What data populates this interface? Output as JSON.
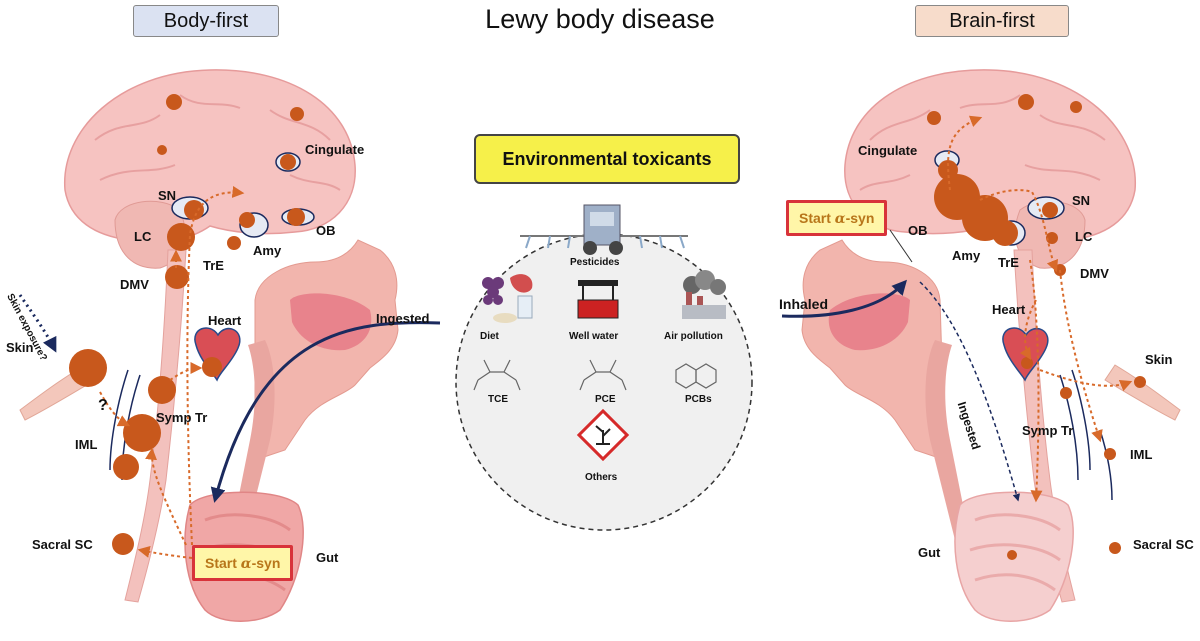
{
  "title": "Lewy body disease",
  "left_panel": {
    "heading": "Body-first",
    "labels": {
      "cingulate": "Cingulate",
      "sn": "SN",
      "lc": "LC",
      "amy": "Amy",
      "ob": "OB",
      "tre": "TrE",
      "dmv": "DMV",
      "heart": "Heart",
      "skin": "Skin",
      "skin_exposure": "Skin exposure?",
      "question": "?",
      "symp_tr": "Symp Tr",
      "iml": "IML",
      "sacral_sc": "Sacral SC",
      "gut": "Gut",
      "ingested": "Ingested"
    },
    "start_label": "Start ",
    "start_symbol": "α",
    "start_suffix": "-syn"
  },
  "right_panel": {
    "heading": "Brain-first",
    "labels": {
      "cingulate": "Cingulate",
      "sn": "SN",
      "lc": "LC",
      "amy": "Amy",
      "ob": "OB",
      "tre": "TrE",
      "dmv": "DMV",
      "heart": "Heart",
      "skin": "Skin",
      "symp_tr": "Symp Tr",
      "iml": "IML",
      "sacral_sc": "Sacral SC",
      "gut": "Gut",
      "inhaled": "Inhaled",
      "ingested": "Ingested"
    },
    "start_label": "Start ",
    "start_symbol": "α",
    "start_suffix": "-syn"
  },
  "center": {
    "box_label": "Environmental toxicants",
    "items": {
      "pesticides": "Pesticides",
      "diet": "Diet",
      "well_water": "Well water",
      "air_pollution": "Air pollution",
      "tce": "TCE",
      "pce": "PCE",
      "pcbs": "PCBs",
      "others": "Others"
    }
  },
  "colors": {
    "lesion": "#c8581c",
    "arrow_orange": "#d86a2a",
    "arrow_navy": "#1b2a5e",
    "body_first_bg": "#dbe2f2",
    "brain_first_bg": "#f7dccb",
    "toxicant_box": "#f6f04a",
    "start_border": "#d8333a"
  }
}
